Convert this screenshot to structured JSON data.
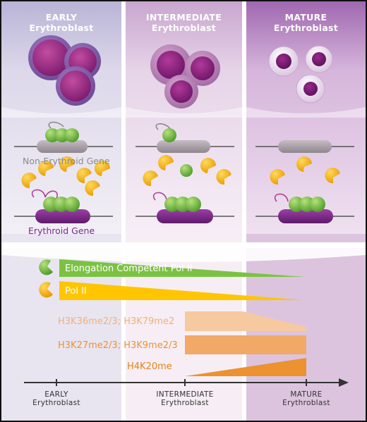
{
  "stages": [
    {
      "name": "EARLY",
      "cell": "Erythroblast"
    },
    {
      "name": "INTERMEDIATE",
      "cell": "Erythroblast"
    },
    {
      "name": "MATURE",
      "cell": "Erythroblast"
    }
  ],
  "genes": {
    "non_erythroid": "Non-Erythroid Gene",
    "erythroid": "Erythroid Gene"
  },
  "legend": {
    "elongation": "Elongation Competent Pol II",
    "pol2": "Pol II"
  },
  "marks": {
    "mark1": "H3K36me2/3; H3K79me2",
    "mark2": "H3K27me2/3; H3K9me2/3",
    "mark3": "H4K20me"
  },
  "axis": {
    "early": "EARLY",
    "intermediate": "INTERMEDIATE",
    "mature": "MATURE",
    "cell": "Erythroblast"
  },
  "colors": {
    "green": "#7cc242",
    "yellow": "#f5b400",
    "purple": "#7a2a8a",
    "gray": "#a89ea6",
    "orange_light": "#f4c08a",
    "orange_mid": "#f2a25a",
    "orange_dark": "#ec8f2e"
  }
}
